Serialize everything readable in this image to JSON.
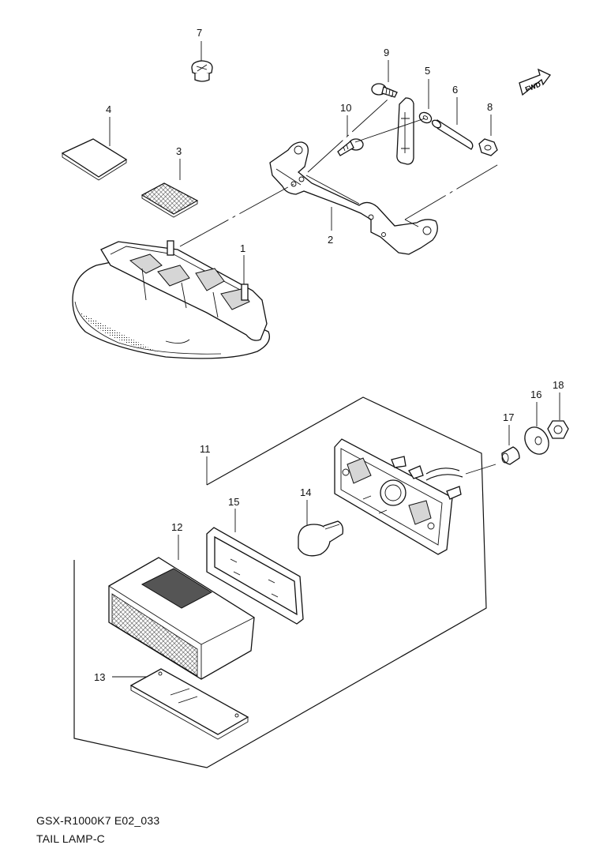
{
  "diagram": {
    "callouts": [
      {
        "id": "7",
        "label": "7"
      },
      {
        "id": "9",
        "label": "9"
      },
      {
        "id": "5",
        "label": "5"
      },
      {
        "id": "6",
        "label": "6"
      },
      {
        "id": "8",
        "label": "8"
      },
      {
        "id": "4",
        "label": "4"
      },
      {
        "id": "10",
        "label": "10"
      },
      {
        "id": "3",
        "label": "3"
      },
      {
        "id": "2",
        "label": "2"
      },
      {
        "id": "1",
        "label": "1"
      },
      {
        "id": "18",
        "label": "18"
      },
      {
        "id": "16",
        "label": "16"
      },
      {
        "id": "17",
        "label": "17"
      },
      {
        "id": "11",
        "label": "11"
      },
      {
        "id": "14",
        "label": "14"
      },
      {
        "id": "15",
        "label": "15"
      },
      {
        "id": "12",
        "label": "12"
      },
      {
        "id": "13",
        "label": "13"
      }
    ],
    "fwd_label": "FWD"
  },
  "caption": {
    "model": "GSX-R1000K7 E02_033",
    "title": "TAIL LAMP-C"
  }
}
